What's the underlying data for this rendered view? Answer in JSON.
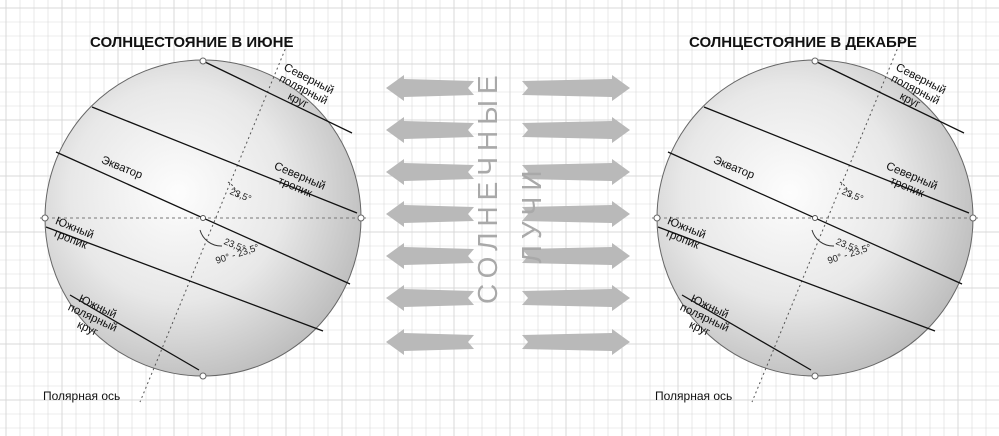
{
  "left_panel": {
    "title": "СОЛНЦЕСТОЯНИЕ В ИЮНЕ",
    "labels": {
      "arctic_circle": "Северный\nполярный\nкруг",
      "tropic_north": "Северный\nтропик",
      "equator": "Экватор",
      "tropic_south": "Южный\nтропик",
      "antarctic_circle": "Южный\nполярный\nкруг",
      "polar_axis": "Полярная ось"
    },
    "angles": {
      "a1": "23,5°",
      "a2": "23,5°",
      "a3": "90° - 23,5°"
    }
  },
  "right_panel": {
    "title": "СОЛНЦЕСТОЯНИЕ В ДЕКАБРЕ",
    "labels": {
      "arctic_circle": "Северный\nполярный\nкруг",
      "tropic_north": "Северный\nтропик",
      "equator": "Экватор",
      "tropic_south": "Южный\nтропик",
      "antarctic_circle": "Южный\nполярный\nкруг",
      "polar_axis": "Полярная ось"
    },
    "angles": {
      "a1": "23,5°",
      "a2": "23,5°",
      "a3": "90° - 23,5°"
    }
  },
  "center": {
    "word1": "СОЛНЕЧНЫЕ",
    "word2": "ЛУЧИ"
  },
  "colors": {
    "grid": "#d9d9d9",
    "arrow": "#b9b9b9",
    "globe_light": "#f7f7f7",
    "globe_dark": "#c4c4c4",
    "line": "#111111"
  }
}
